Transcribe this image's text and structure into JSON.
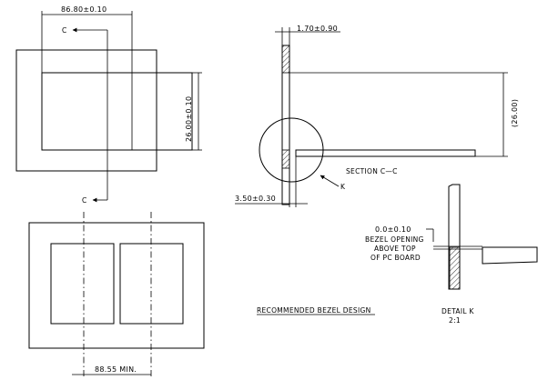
{
  "top_view": {
    "width_dim": "86.80±0.10",
    "height_dim": "26.00±0.10",
    "section_marker_top": "C",
    "section_marker_bottom": "C"
  },
  "section_view": {
    "thickness_dim": "1.70±0.90",
    "ref_height_dim": "(26.00)",
    "offset_dim": "3.50±0.30",
    "section_title": "SECTION C—C",
    "detail_callout": "K"
  },
  "bezel_view": {
    "min_opening_dim": "88.55 MIN."
  },
  "detail_view": {
    "gap_dim": "0.0±0.10",
    "note_lines": [
      "BEZEL OPENING",
      "ABOVE TOP",
      "OF PC BOARD"
    ],
    "title": "DETAIL K",
    "scale": "2:1"
  },
  "caption": "RECOMMENDED BEZEL DESIGN"
}
